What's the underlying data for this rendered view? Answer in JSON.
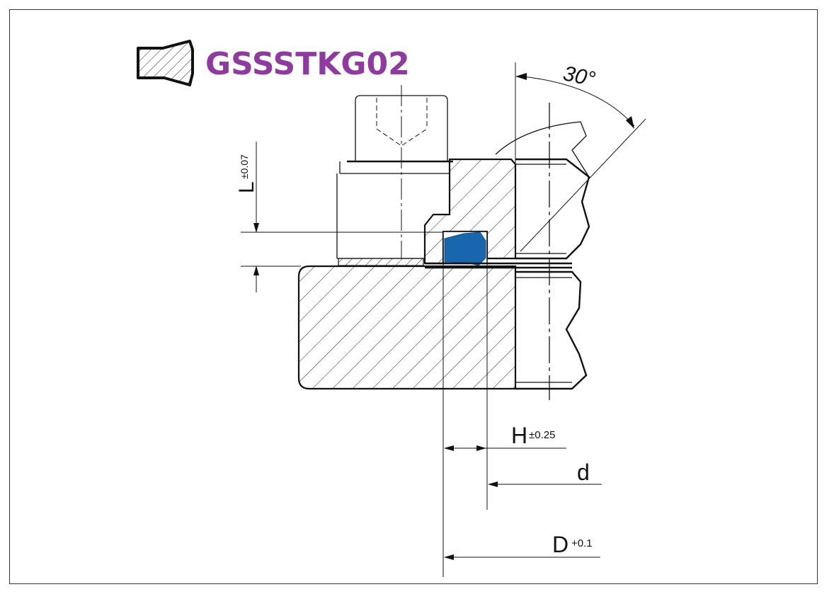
{
  "title": {
    "code": "GSSSTKG02",
    "color": "#8e3a9e"
  },
  "seal_color": "#1766ae",
  "dimensions": {
    "angle": "30°",
    "L_label": "L",
    "L_tol": "±0.07",
    "H_label": "H",
    "H_tol": "±0.25",
    "d_label": "d",
    "D_label": "D",
    "D_tol": "+0.1"
  }
}
